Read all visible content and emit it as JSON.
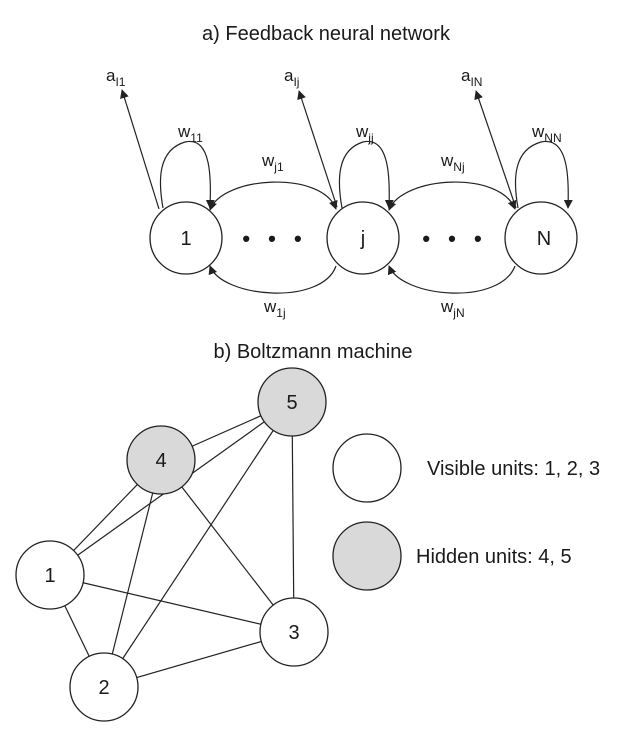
{
  "colors": {
    "visible_fill": "#ffffff",
    "hidden_fill": "#d9d9d9",
    "stroke": "#222222"
  },
  "feedback": {
    "title": "a) Feedback neural network",
    "nodes": {
      "first": "1",
      "middle": "j",
      "last": "N"
    },
    "dots": "• • •",
    "outputs": [
      {
        "base": "a",
        "sub": "I1"
      },
      {
        "base": "a",
        "sub": "Ij"
      },
      {
        "base": "a",
        "sub": "IN"
      }
    ],
    "self_weights": [
      {
        "base": "w",
        "sub": "11"
      },
      {
        "base": "w",
        "sub": "jj"
      },
      {
        "base": "w",
        "sub": "NN"
      }
    ],
    "top_weights": [
      {
        "base": "w",
        "sub": "j1"
      },
      {
        "base": "w",
        "sub": "Nj"
      }
    ],
    "bottom_weights": [
      {
        "base": "w",
        "sub": "1j"
      },
      {
        "base": "w",
        "sub": "jN"
      }
    ]
  },
  "boltzmann": {
    "title": "b) Boltzmann machine",
    "units": [
      "1",
      "2",
      "3",
      "4",
      "5"
    ],
    "hidden_units": [
      "4",
      "5"
    ],
    "edges": [
      [
        "1",
        "2"
      ],
      [
        "1",
        "3"
      ],
      [
        "1",
        "4"
      ],
      [
        "1",
        "5"
      ],
      [
        "2",
        "3"
      ],
      [
        "2",
        "4"
      ],
      [
        "2",
        "5"
      ],
      [
        "3",
        "4"
      ],
      [
        "3",
        "5"
      ],
      [
        "4",
        "5"
      ]
    ],
    "legend": {
      "visible": "Visible units: 1, 2, 3",
      "hidden": "Hidden units: 4, 5"
    }
  }
}
